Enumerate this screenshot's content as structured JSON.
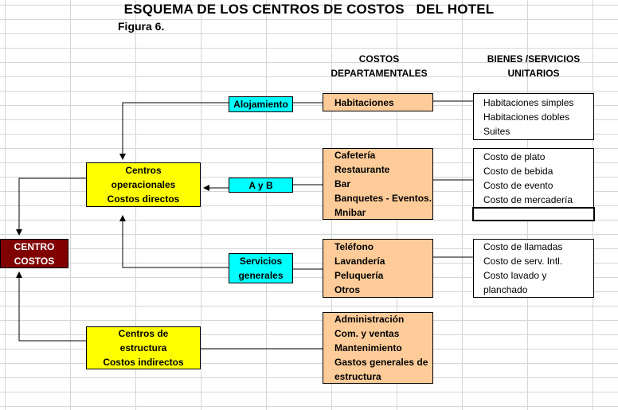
{
  "title": "ESQUEMA DE LOS CENTROS DE COSTOS   DEL HOTEL",
  "subtitle": "Figura 6.",
  "headers": {
    "costos": [
      "COSTOS",
      "DEPARTAMENTALES"
    ],
    "bienes": [
      "BIENES /SERVICIOS",
      "UNITARIOS"
    ]
  },
  "centro_costos": [
    "CENTRO",
    "COSTOS"
  ],
  "centros_operacionales": [
    "Centros",
    "operacionales",
    "Costos directos"
  ],
  "centros_estructura": [
    "Centros de",
    "estructura",
    "Costos indirectos"
  ],
  "alojamiento": "Alojamiento",
  "ayb": "A y B",
  "servicios_generales": [
    "Servicios",
    "generales"
  ],
  "habitaciones": "Habitaciones",
  "ayb_departamentos": [
    "Cafetería",
    "Restaurante",
    "Bar",
    "Banquetes - Eventos.",
    "Mnibar"
  ],
  "servicios_departamentos": [
    "Teléfono",
    "Lavandería",
    "Peluquería",
    "Otros"
  ],
  "estructura_departamentos": [
    "Administración",
    "Com. y  ventas",
    "Mantenimiento",
    "Gastos generales de",
    "estructura"
  ],
  "habitaciones_unitarios": [
    "Habitaciones simples",
    "Habitaciones dobles",
    "Suites"
  ],
  "ayb_unitarios": [
    "Costo de plato",
    "Costo de bebida",
    "Costo de evento",
    "Costo de mercadería"
  ],
  "servicios_unitarios": [
    "Costo de llamadas",
    "Costo de serv. Intl.",
    "Costo lavado y",
    "planchado"
  ],
  "colors": {
    "cyan": "#00ffff",
    "yellow": "#ffff00",
    "peach": "#ffcc99",
    "dark_red": "#800000"
  }
}
